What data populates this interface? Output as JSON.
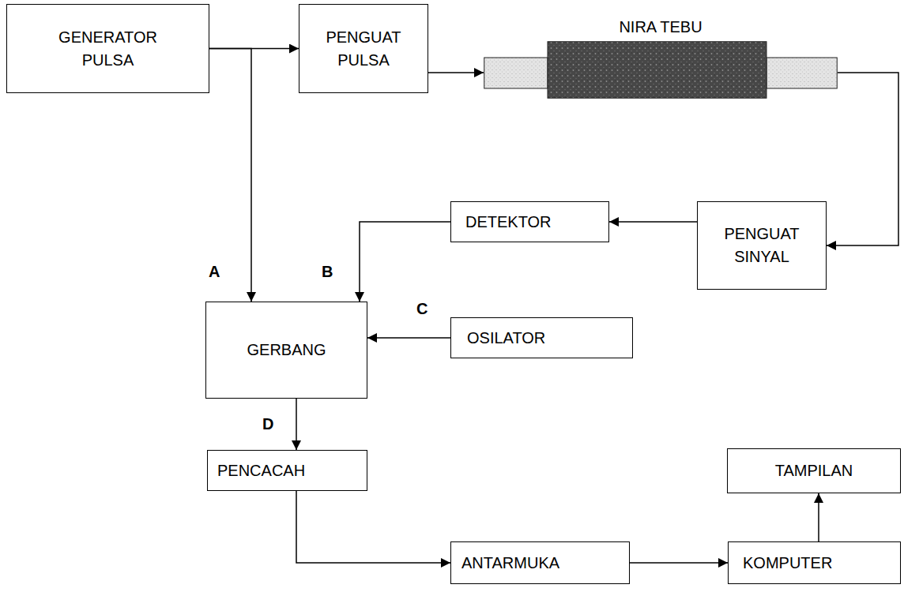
{
  "diagram": {
    "nodes": [
      {
        "text": [
          "GENERATOR PULSA"
        ]
      },
      {
        "text": [
          "PENGUAT PULSA"
        ]
      },
      {
        "text": [
          "NIRA TEBU"
        ]
      },
      {
        "text": [
          "PENGUAT SINYAL"
        ]
      },
      {
        "text": [
          "DETEKTOR"
        ]
      },
      {
        "text": [
          "GERBANG"
        ]
      },
      {
        "text": [
          "OSILATOR"
        ]
      },
      {
        "text": [
          "PENCACAH"
        ]
      },
      {
        "text": [
          "TAMPILAN"
        ]
      },
      {
        "text": [
          "ANTARMUKA"
        ]
      },
      {
        "text": [
          "KOMPUTER"
        ]
      }
    ],
    "edges": [
      {
        "from": 0,
        "to": 1,
        "arrow": "to"
      },
      {
        "from": 0,
        "to": 5,
        "arrow": "to",
        "label": "A"
      },
      {
        "from": 1,
        "to": 2,
        "arrow": "to"
      },
      {
        "from": 2,
        "to": 3,
        "arrow": "to"
      },
      {
        "from": 3,
        "to": 4,
        "arrow": "to"
      },
      {
        "from": 4,
        "to": 5,
        "arrow": "to",
        "label": "B"
      },
      {
        "from": 6,
        "to": 5,
        "arrow": "to",
        "label": "C"
      },
      {
        "from": 5,
        "to": 7,
        "arrow": "to",
        "label": "D"
      },
      {
        "from": 7,
        "to": 9,
        "arrow": "to"
      },
      {
        "from": 9,
        "to": 10,
        "arrow": "to"
      },
      {
        "from": 10,
        "to": 8,
        "arrow": "to"
      }
    ]
  }
}
